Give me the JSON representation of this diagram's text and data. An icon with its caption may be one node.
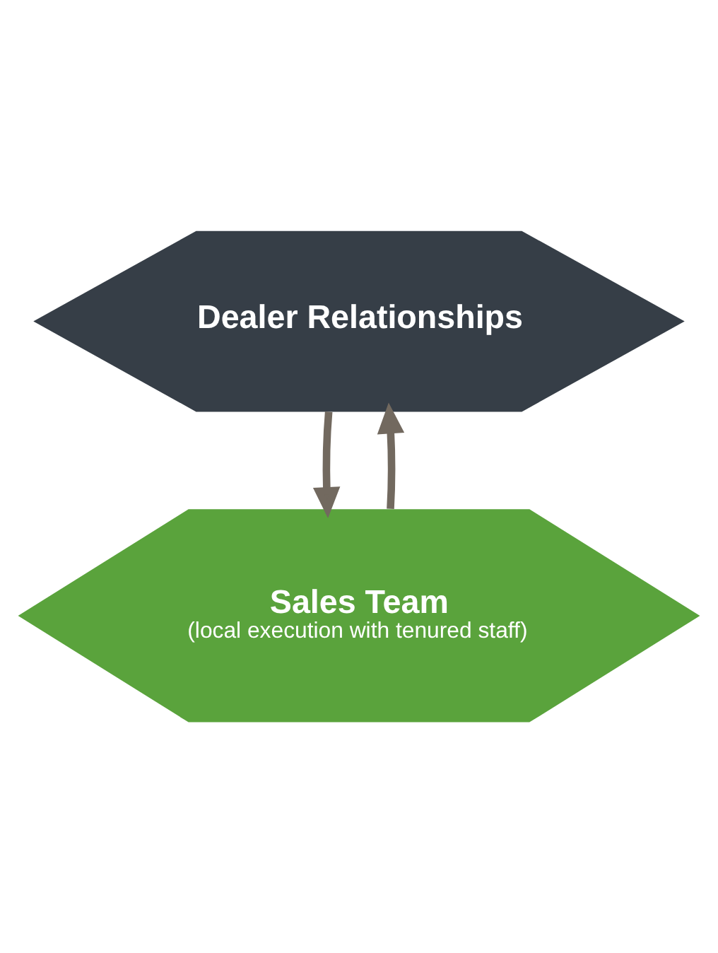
{
  "diagram": {
    "nodes": [
      {
        "text": [
          "Dealer Relationships"
        ]
      },
      {
        "text": [
          "Sales Team",
          "(local execution with tenured staff)"
        ]
      }
    ],
    "edges": [
      {
        "from": 0,
        "to": 1,
        "arrow": "to"
      },
      {
        "from": 1,
        "to": 0,
        "arrow": "to"
      }
    ]
  }
}
